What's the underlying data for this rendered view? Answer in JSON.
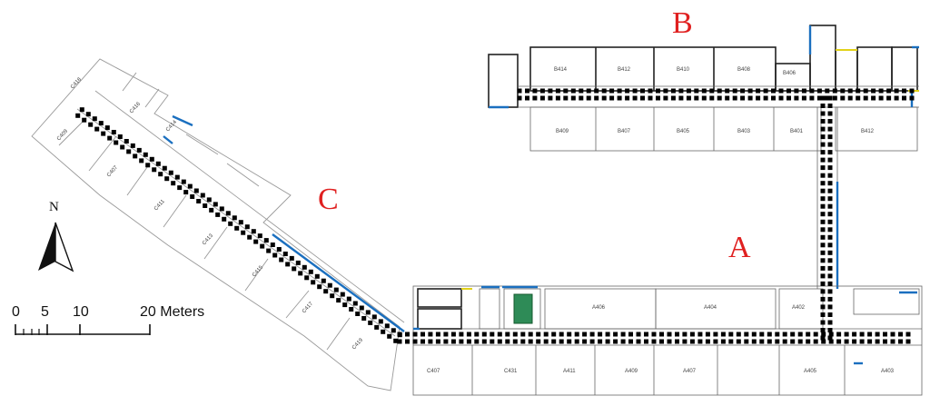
{
  "wings": {
    "a": "A",
    "b": "B",
    "c": "C"
  },
  "north": "N",
  "scale_bar": {
    "ticks": [
      "0",
      "5",
      "10"
    ],
    "end_label": "20 Meters"
  },
  "rooms": {
    "b_top": [
      "B414",
      "B412",
      "B410",
      "B408",
      "B406"
    ],
    "b_bottom": [
      "B409",
      "B407",
      "B405",
      "B403",
      "B401",
      "B412"
    ],
    "a_top": [
      "A406",
      "A404",
      "A402"
    ],
    "a_bottom": [
      "C407",
      "C431",
      "A411",
      "A409",
      "A407",
      "A405",
      "A403"
    ],
    "c_wing": [
      "C418",
      "C416",
      "C414",
      "C409",
      "C407",
      "C411",
      "C413",
      "C415",
      "C417",
      "C419"
    ]
  },
  "colors": {
    "wing_label": "#e02020",
    "door": "#1a6fbf",
    "path_marker": "#000000",
    "stair": "#2e8b57"
  }
}
